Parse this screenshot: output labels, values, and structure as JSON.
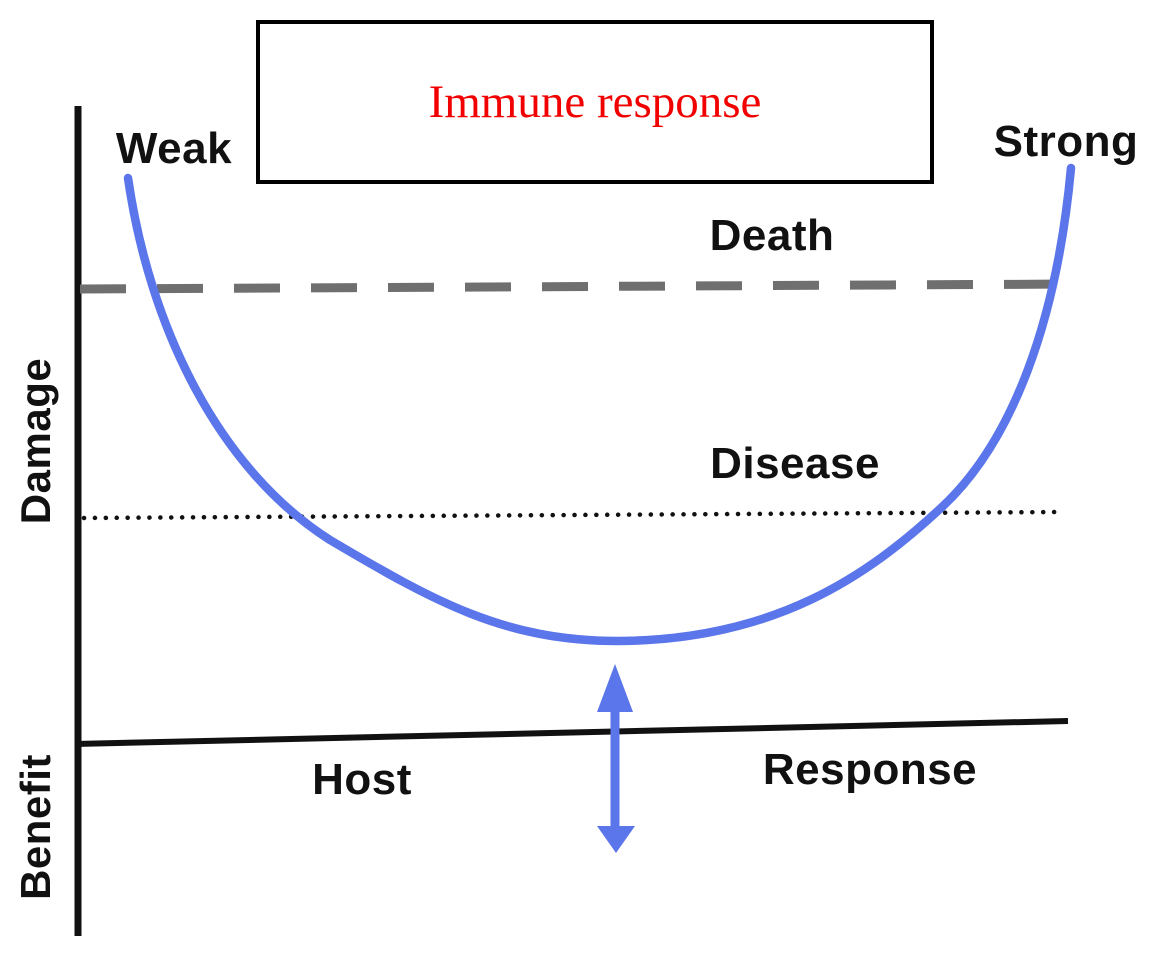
{
  "title": {
    "text": "Immune response"
  },
  "curve": {
    "left_label": "Weak",
    "right_label": "Strong"
  },
  "thresholds": {
    "death": {
      "label": "Death",
      "style": "dashed"
    },
    "disease": {
      "label": "Disease",
      "style": "dotted"
    }
  },
  "y_axis": {
    "upper_label": "Damage",
    "lower_label": "Benefit"
  },
  "x_axis": {
    "left_label": "Host",
    "right_label": "Response"
  },
  "colors": {
    "curve_blue": "#5b75ea",
    "dash_gray": "#6f6f6f",
    "ink": "#111111",
    "title_red": "#f20000",
    "bg": "#ffffff"
  }
}
